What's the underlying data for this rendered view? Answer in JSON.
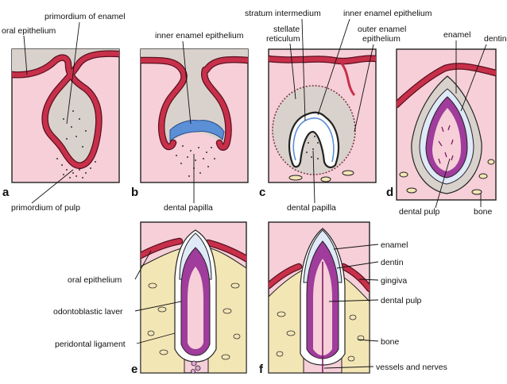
{
  "colors": {
    "tissue": "#f6cfd8",
    "epithelium": "#c8304a",
    "enamel_organ": "#d9d2cc",
    "inner_enamel": "#5b8fd6",
    "enamel": "#dfe9f7",
    "dentin": "#a03c9c",
    "pulp": "#e5a5d8",
    "bone": "#f3e6b5",
    "outline": "#222222"
  },
  "panels": {
    "a": {
      "letter": "a",
      "labels": {
        "primordium_enamel": "primordium of enamel",
        "oral_epithelium": "oral epithelium",
        "primordium_pulp": "primordium of pulp"
      }
    },
    "b": {
      "letter": "b",
      "labels": {
        "inner_enamel_epithelium": "inner enamel epithelium",
        "dental_papilla": "dental papilla"
      }
    },
    "c": {
      "letter": "c",
      "labels": {
        "stratum_intermedium": "stratum intermedium",
        "inner_enamel_epithelium": "inner enamel epithelium",
        "stellate_1": "stellate",
        "stellate_2": "reticulum",
        "outer_enamel_1": "outer enamel",
        "outer_enamel_2": "epithelium",
        "dental_papilla": "dental papilla"
      }
    },
    "d": {
      "letter": "d",
      "labels": {
        "enamel": "enamel",
        "dentin": "dentin",
        "dental_pulp": "dental pulp",
        "bone": "bone"
      }
    },
    "e": {
      "letter": "e",
      "labels": {
        "oral_epithelium": "oral epithelium",
        "odontoblastic_layer": "odontoblastic laver",
        "periodontal_ligament": "peridontal ligament"
      }
    },
    "f": {
      "letter": "f",
      "labels": {
        "enamel": "enamel",
        "dentin": "dentin",
        "gingiva": "gingiva",
        "dental_pulp": "dental pulp",
        "bone": "bone",
        "vessels_nerves": "vessels and nerves"
      }
    }
  }
}
